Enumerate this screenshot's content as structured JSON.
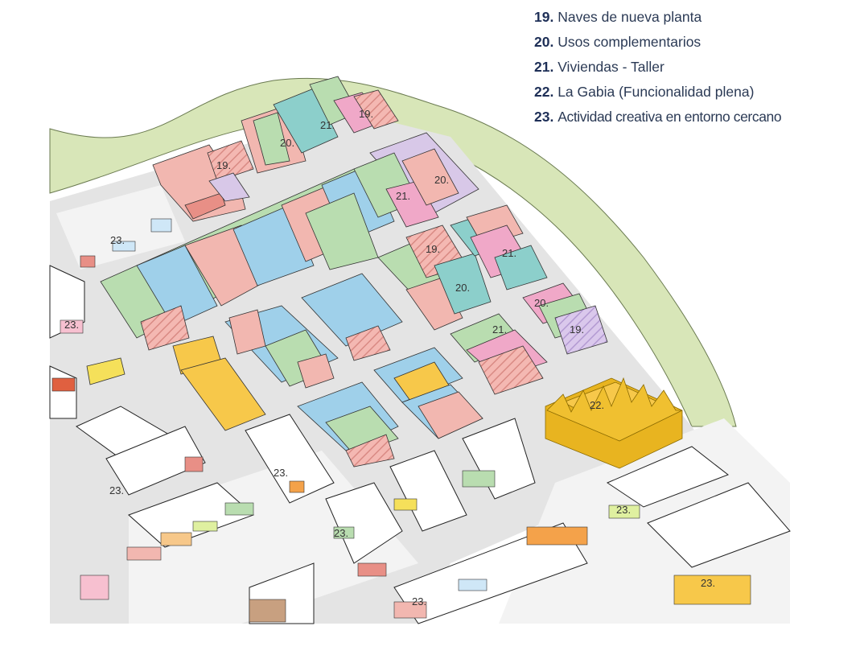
{
  "legend": [
    {
      "num": "19.",
      "text": "Naves de nueva planta"
    },
    {
      "num": "20.",
      "text": "Usos complementarios"
    },
    {
      "num": "21.",
      "text": "Viviendas - Taller"
    },
    {
      "num": "22.",
      "text": "La Gabia (Funcionalidad plena)"
    },
    {
      "num": "23.",
      "text": "Actividad creativa en entorno cercano"
    }
  ],
  "labels": {
    "l19_top": "19.",
    "l20_top": "20.",
    "l21_top": "21.",
    "l19_left": "19.",
    "l20_mid": "20.",
    "l21_mid": "21.",
    "l19_center": "19.",
    "l21_right": "21.",
    "l20_right": "20.",
    "l20_east": "20.",
    "l21_south": "21.",
    "l19_east": "19.",
    "l22": "22.",
    "l23_a": "23.",
    "l23_b": "23.",
    "l23_c": "23.",
    "l23_d": "23.",
    "l23_e": "23.",
    "l23_f": "23.",
    "l23_g": "23.",
    "l23_h": "23."
  },
  "colors": {
    "green_park": "#d8e6b8",
    "pink": "#f2b7b0",
    "pink_dark": "#e88f86",
    "blue": "#9fd0ea",
    "teal": "#8ccfcb",
    "green": "#b9ddb0",
    "purple": "#d8c8e8",
    "magenta": "#f0a8c8",
    "yellow": "#f7c84a",
    "gold": "#e8b420",
    "orange": "#f4a24a"
  }
}
